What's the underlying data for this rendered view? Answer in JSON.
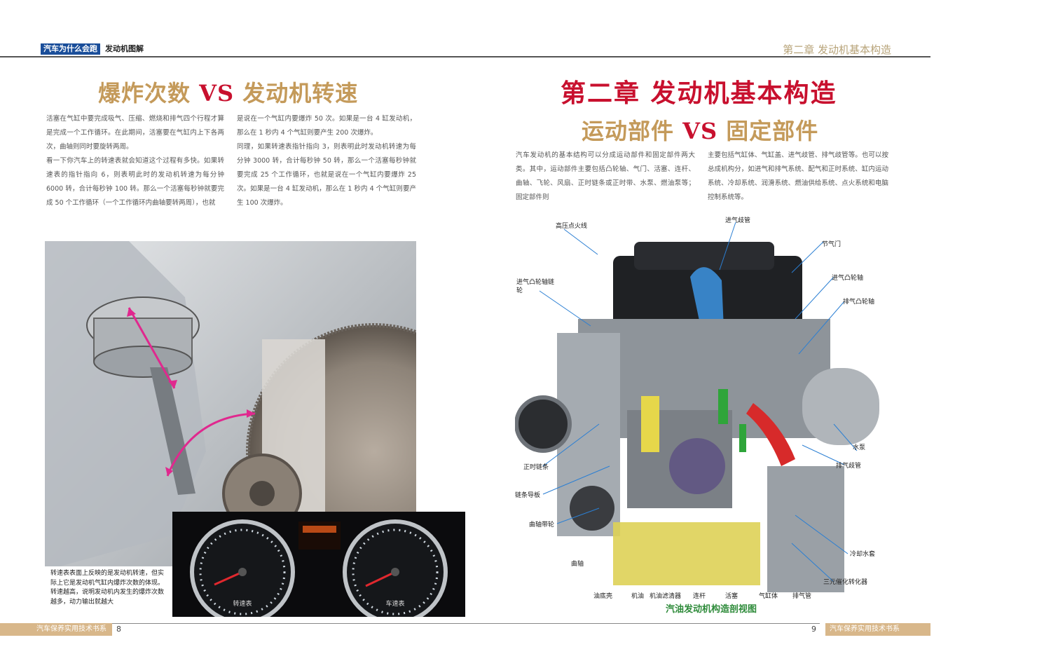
{
  "header": {
    "left_tag": "汽车为什么会跑",
    "left_sub": "发动机图解",
    "right": "第二章  发动机基本构造"
  },
  "left_page": {
    "title_a": "爆炸次数",
    "title_vs": "VS",
    "title_b": "发动机转速",
    "col1": "活塞在气缸中要完成吸气、压缩、燃烧和排气四个行程才算是完成一个工作循环。在此期间，活塞要在气缸内上下各两次，曲轴则同时要旋转两周。\n看一下你汽车上的转速表就会知道这个过程有多快。如果转速表的指针指向 6，则表明此时的发动机转速为每分钟 6000 转，合计每秒钟 100 转。那么一个活塞每秒钟就要完成 50 个工作循环（一个工作循环内曲轴要转两周），也就",
    "col2": "是说在一个气缸内要爆炸 50 次。如果是一台 4 缸发动机，那么在 1 秒内 4 个气缸则要产生 200 次爆炸。\n同理，如果转速表指针指向 3，则表明此时发动机转速为每分钟 3000 转，合计每秒钟 50 转，那么一个活塞每秒钟就要完成 25 个工作循环，也就是说在一个气缸内要爆炸 25 次。如果是一台 4 缸发动机，那么在 1 秒内 4 个气缸则要产生 100 次爆炸。",
    "caption": "转速表表面上反映的是发动机转速，但实际上它是发动机气缸内爆炸次数的体现。转速越高，说明发动机内发生的爆炸次数越多，动力输出就越大",
    "gauge_left": "转速表",
    "gauge_right": "车速表",
    "footer_tag": "汽车保养实用技术书系",
    "page_num": "8"
  },
  "right_page": {
    "chapter": "第二章  发动机基本构造",
    "title_a": "运动部件",
    "title_vs": "VS",
    "title_b": "固定部件",
    "col1": "汽车发动机的基本结构可以分成运动部件和固定部件两大类。其中，运动部件主要包括凸轮轴、气门、活塞、连杆、曲轴、飞轮、风扇、正时链条或正时带、水泵、燃油泵等；固定部件则",
    "col2": "主要包括气缸体、气缸盖、进气歧管、排气歧管等。也可以按总成机构分，如进气和排气系统、配气和正时系统、缸内运动系统、冷却系统、润滑系统、燃油供给系统、点火系统和电脑控制系统等。",
    "labels": {
      "ignition": "高压点火线",
      "intake_manifold": "进气歧管",
      "throttle": "节气门",
      "intake_cam_sprocket": "进气凸轮轴链轮",
      "intake_cam": "进气凸轮轴",
      "exhaust_cam": "排气凸轮轴",
      "timing_chain": "正时链条",
      "chain_guide": "链条导板",
      "crank_pulley": "曲轴带轮",
      "crankshaft": "曲轴",
      "water_pump": "水泵",
      "exhaust_manifold": "排气歧管",
      "cooling_jacket": "冷却水套",
      "catalytic": "三元催化转化器",
      "oil_pan": "油底壳",
      "oil": "机油",
      "oil_filter": "机油滤清器",
      "conrod": "连杆",
      "piston": "活塞",
      "cylinder_block": "气缸体",
      "exhaust_pipe": "排气管"
    },
    "caption": "汽油发动机构造剖视图",
    "footer_tag": "汽车保养实用技术书系",
    "page_num": "9"
  },
  "colors": {
    "gold": "#c49a5a",
    "red": "#c8102e",
    "blue_tag": "#1a4e9a",
    "footer": "#d8b78a",
    "caption_green": "#2e8b3a"
  }
}
